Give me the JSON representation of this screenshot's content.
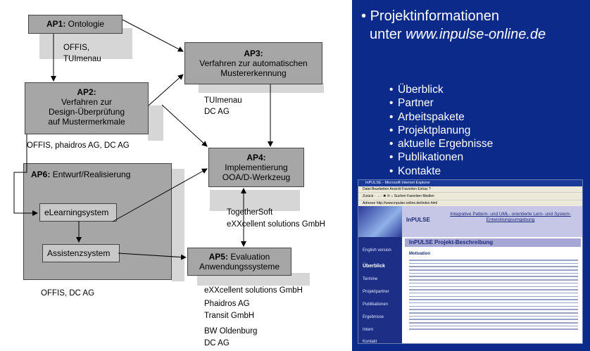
{
  "diagram": {
    "ap1": {
      "num": "AP1:",
      "title": "Ontologie",
      "partners": [
        "OFFIS,",
        "TUImenau"
      ]
    },
    "ap2": {
      "num": "AP2:",
      "lines": [
        "Verfahren zur",
        "Design-Überprüfung",
        "auf Mustermerkmale"
      ],
      "partners": "OFFIS,  phaidros AG, DC AG"
    },
    "ap3": {
      "num": "AP3:",
      "lines": [
        "Verfahren zur automatischen",
        "Mustererkennung"
      ],
      "partners": [
        "TUImenau",
        "DC AG"
      ]
    },
    "ap4": {
      "num": "AP4:",
      "lines": [
        "Implementierung",
        "OOA/D-Werkzeug"
      ],
      "partners": [
        "TogetherSoft",
        "eXXcellent solutions GmbH"
      ]
    },
    "ap5": {
      "num": "AP5:",
      "title": "Evaluation",
      "line2": "Anwendungssysteme",
      "partners": [
        "eXXcellent solutions GmbH",
        "Phaidros AG",
        "Transit GmbH",
        "BW Oldenburg",
        "DC AG"
      ]
    },
    "ap6": {
      "num": "AP6:",
      "title": "Entwurf/Realisierung",
      "sub1": "eLearningsystem",
      "sub2": "Assistenzsystem",
      "partners": "OFFIS, DC AG"
    }
  },
  "info": {
    "bullet": "•",
    "heading_line1": "Projektinformationen",
    "heading_line2_prefix": "unter",
    "heading_url": "www.inpulse-online.de",
    "links": [
      "Überblick",
      "Partner",
      "Arbeitspakete",
      "Projektplanung",
      "aktuelle Ergebnisse",
      "Publikationen",
      "Kontakte"
    ]
  },
  "screenshot": {
    "window_title": "InPULSE - Microsoft Internet Explorer",
    "menu": "Datei   Bearbeiten   Ansicht   Favoriten   Extras   ?",
    "toolbar": "Zurück  ·  →  ·  ✖  ⟳  ⌂   Suchen   Favoriten   Medien",
    "address_label": "Adresse",
    "address": "http://www.inpulse-online.de/index.html",
    "brand": "InPULSE",
    "tagline": "Integrative Pattern- und UML- orientierte Lern- und System- Entwicklungsumgebung",
    "page_heading": "InPULSE Projekt-Beschreibung",
    "section": "Motivation",
    "lang": "English version",
    "nav": [
      "Überblick",
      "Termine",
      "Projektpartner",
      "Publikationen",
      "Ergebnisse",
      "Intern",
      "Kontakt"
    ],
    "nav_active": "Überblick"
  }
}
